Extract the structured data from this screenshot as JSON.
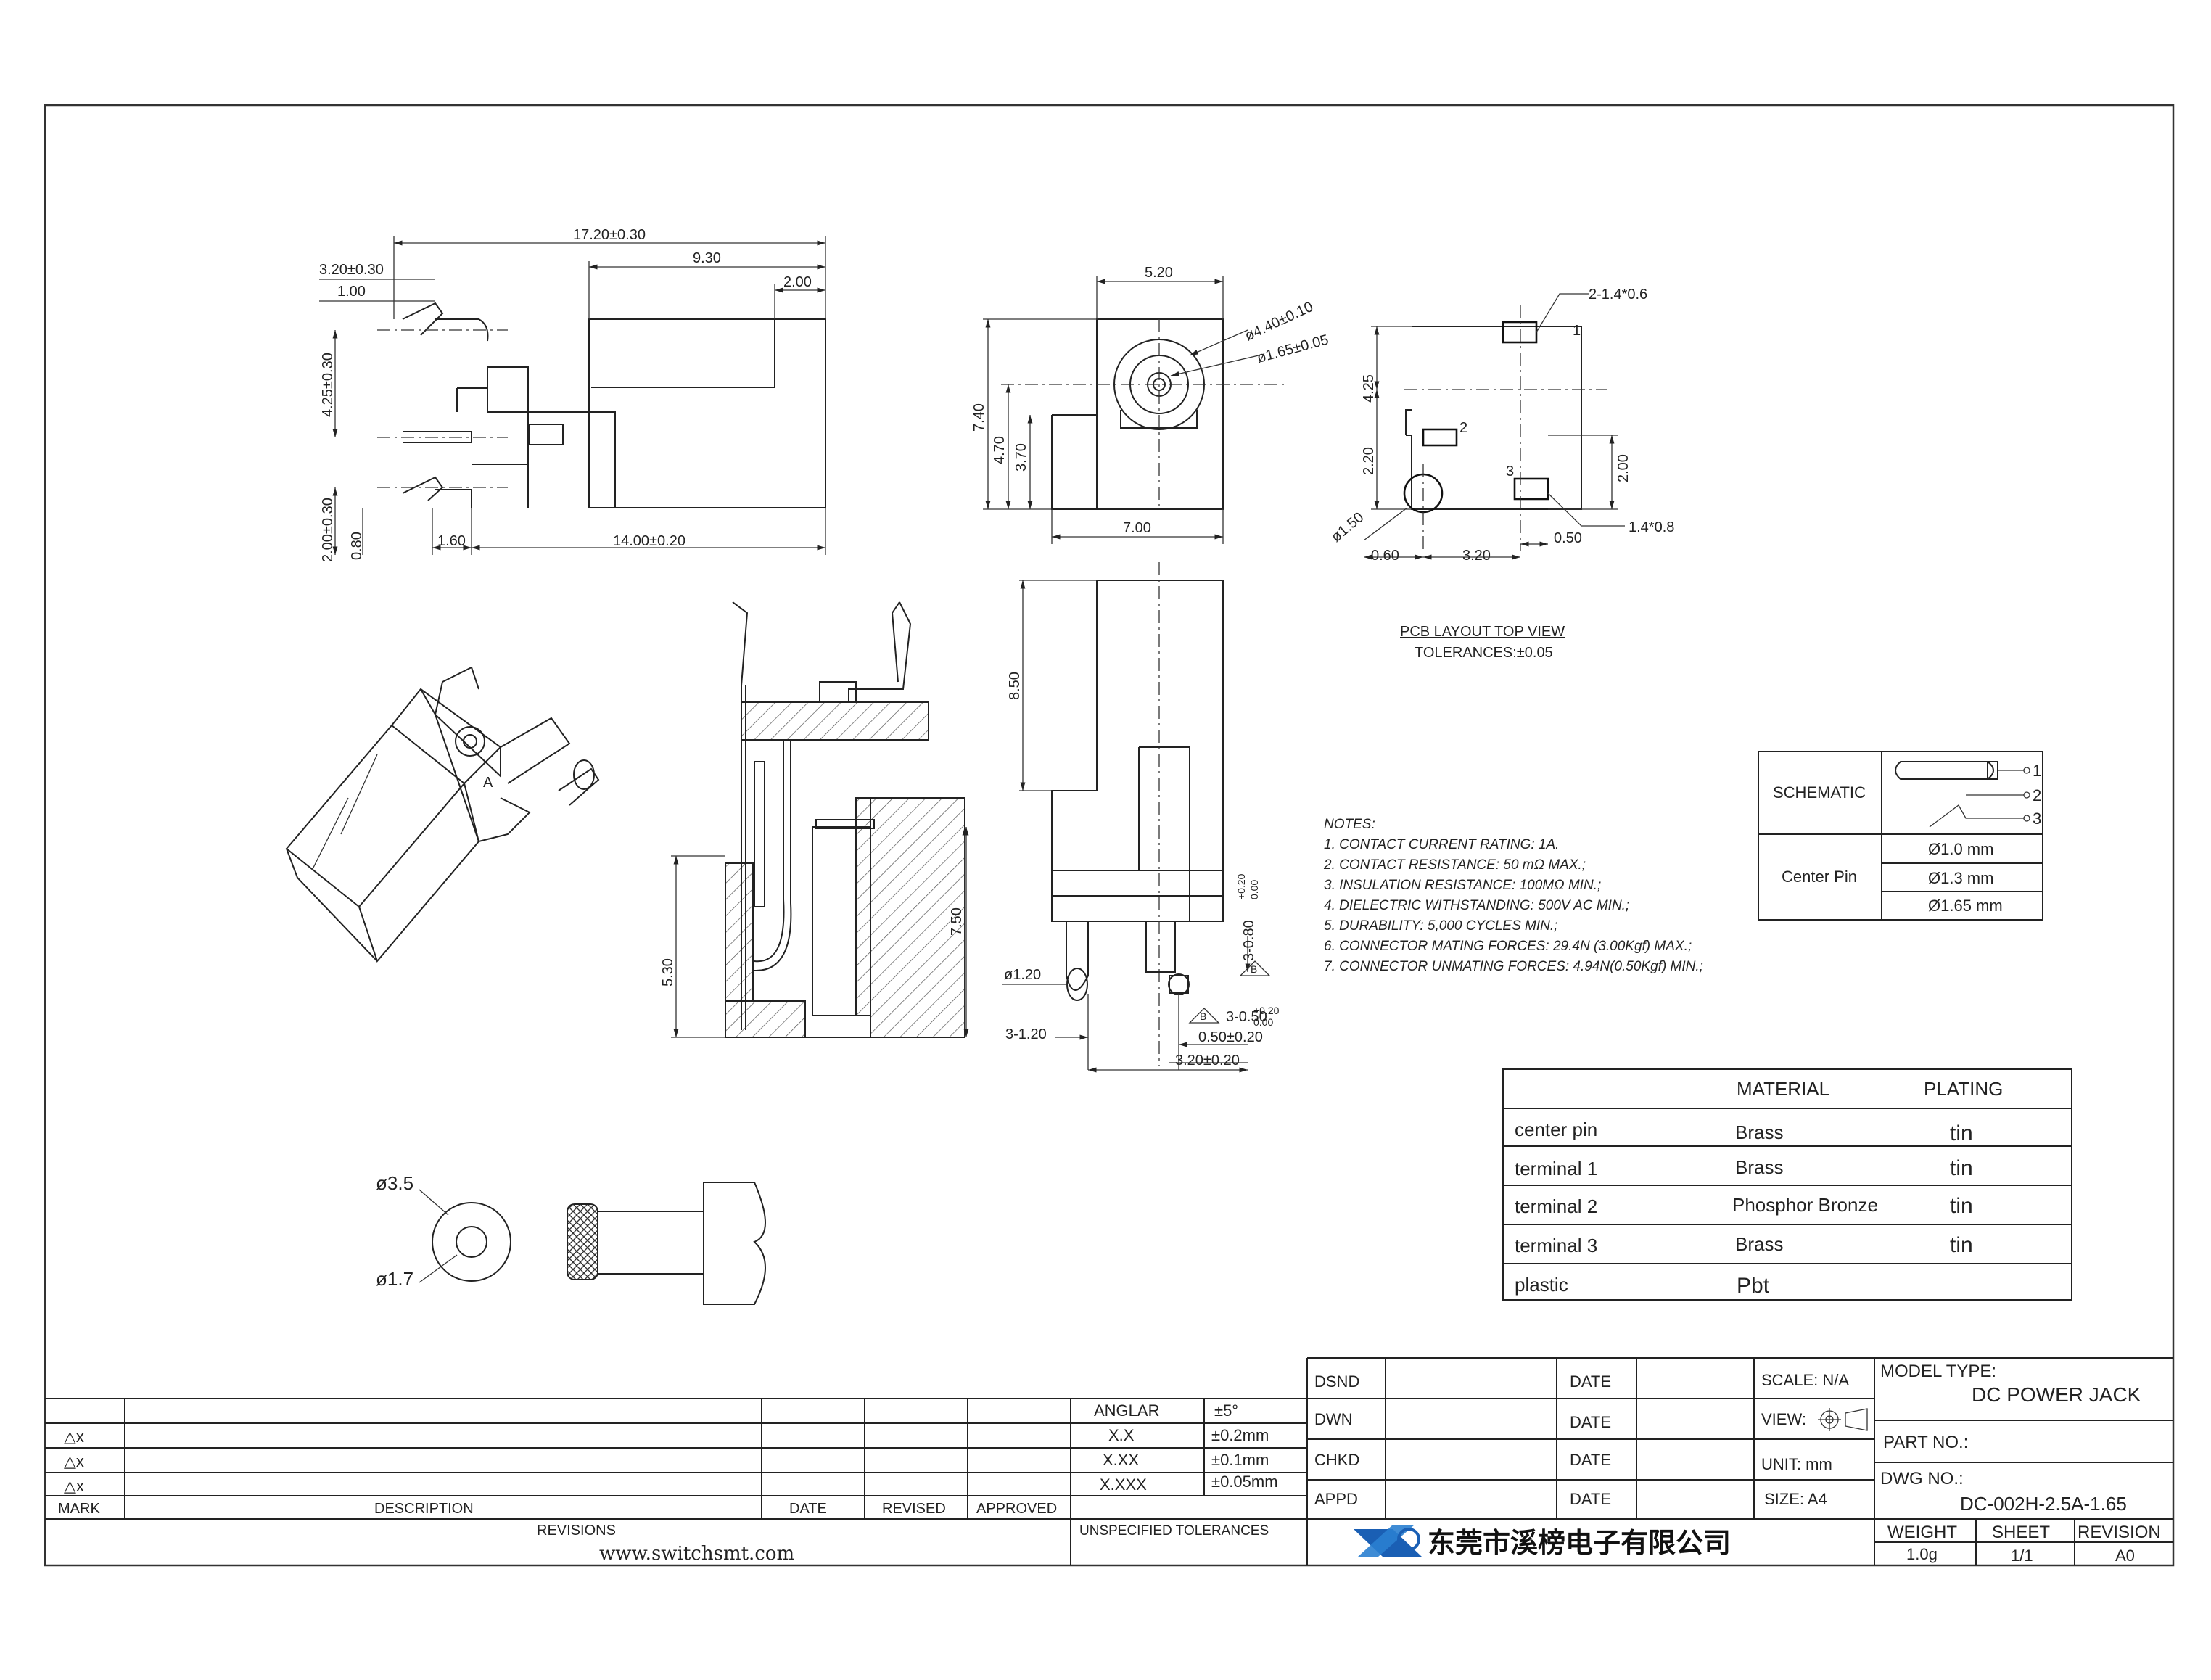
{
  "dimensions": {
    "top_overall": "17.20±0.30",
    "top_930": "9.30",
    "top_200": "2.00",
    "left_320": "3.20±0.30",
    "left_100": "1.00",
    "left_425": "4.25±0.30",
    "left_200": "2.00±0.30",
    "left_080": "0.80",
    "bottom_160": "1.60",
    "bottom_1400": "14.00±0.20",
    "front_520": "5.20",
    "front_440": "ø4.40±0.10",
    "front_165": "ø1.65±0.05",
    "front_740": "7.40",
    "front_470": "4.70",
    "front_370": "3.70",
    "front_700": "7.00",
    "pcb_hole1": "2-1.4*0.6",
    "pcb_425": "4.25",
    "pcb_220": "2.20",
    "pcb_200": "2.00",
    "pcb_150": "ø1.50",
    "pcb_060": "0.60",
    "pcb_320": "3.20",
    "pcb_050": "0.50",
    "pcb_hole3": "1.4*0.8",
    "pcb_pin2": "2",
    "pcb_pin3": "3",
    "pcb_pin1": "1",
    "sec_530": "5.30",
    "sec_750": "7.50",
    "side_850": "8.50",
    "side_080": "3-0.80",
    "side_080_tol_up": "+0.20",
    "side_080_tol_dn": "0.00",
    "side_120": "ø1.20",
    "side_3120": "3-1.20",
    "side_050": "3-0.50",
    "side_050_tol_up": "+0.20",
    "side_050_tol_dn": "0.00",
    "side_050b": "0.50±0.20",
    "side_320": "3.20±0.20",
    "plug_35": "ø3.5",
    "plug_17": "ø1.7",
    "iso_mark": "A",
    "datum_mark": "B"
  },
  "pcb_layout": {
    "title": "PCB  LAYOUT  TOP  VIEW",
    "tolerance": "TOLERANCES:±0.05"
  },
  "notes": {
    "heading": "NOTES:",
    "items": [
      "1.  CONTACT  CURRENT  RATING:  1A.",
      "2.  CONTACT  RESISTANCE:  50  mΩ  MAX.;",
      "3.  INSULATION  RESISTANCE:  100MΩ  MIN.;",
      "4.  DIELECTRIC  WITHSTANDING:  500V  AC  MIN.;",
      "5.  DURABILITY:  5,000  CYCLES  MIN.;",
      "6.  CONNECTOR  MATING  FORCES:  29.4N  (3.00Kgf)  MAX.;",
      "7.  CONNECTOR  UNMATING  FORCES:  4.94N(0.50Kgf)  MIN.;"
    ]
  },
  "schematic": {
    "label": "SCHEMATIC",
    "pins": [
      "1",
      "2",
      "3"
    ],
    "center_pin_label": "Center Pin",
    "center_pin_options": [
      "Ø1.0 mm",
      "Ø1.3 mm",
      "Ø1.65 mm"
    ]
  },
  "material_table": {
    "headers": [
      "",
      "MATERIAL",
      "PLATING"
    ],
    "rows": [
      {
        "part": "center pin",
        "material": "Brass",
        "plating": "tin"
      },
      {
        "part": "terminal 1",
        "material": "Brass",
        "plating": "tin"
      },
      {
        "part": "terminal 2",
        "material": "Phosphor Bronze",
        "plating": "tin"
      },
      {
        "part": "terminal 3",
        "material": "Brass",
        "plating": "tin"
      },
      {
        "part": "plastic",
        "material": "Pbt",
        "plating": ""
      }
    ]
  },
  "revisions": {
    "mark_symbol": "△x",
    "col_mark": "MARK",
    "col_description": "DESCRIPTION",
    "col_date": "DATE",
    "col_revised": "REVISED",
    "col_approved": "APPROVED",
    "footer": "REVISIONS"
  },
  "tolerances": {
    "rows": [
      {
        "label": "ANGLAR",
        "value": "±5°"
      },
      {
        "label": "X.X",
        "value": "±0.2mm"
      },
      {
        "label": "X.XX",
        "value": "±0.1mm"
      },
      {
        "label": "X.XXX",
        "value": "±0.05mm"
      }
    ],
    "footer": "UNSPECIFIED TOLERANCES"
  },
  "website": "www.switchsmt.com",
  "title_block": {
    "dsnd": "DSND",
    "dwn": "DWN",
    "chkd": "CHKD",
    "appd": "APPD",
    "date": "DATE",
    "scale": "SCALE: N/A",
    "view": "VIEW:",
    "unit": "UNIT: mm",
    "size": "SIZE: A4",
    "company": "东莞市溪榜电子有限公司",
    "model_type_label": "MODEL TYPE:",
    "model_type": "DC POWER JACK",
    "part_no_label": "PART NO.:",
    "dwg_no_label": "DWG NO.:",
    "dwg_no": "DC-002H-2.5A-1.65",
    "weight_label": "WEIGHT",
    "weight": "1.0g",
    "sheet_label": "SHEET",
    "sheet": "1/1",
    "revision_label": "REVISION",
    "revision": "A0"
  }
}
